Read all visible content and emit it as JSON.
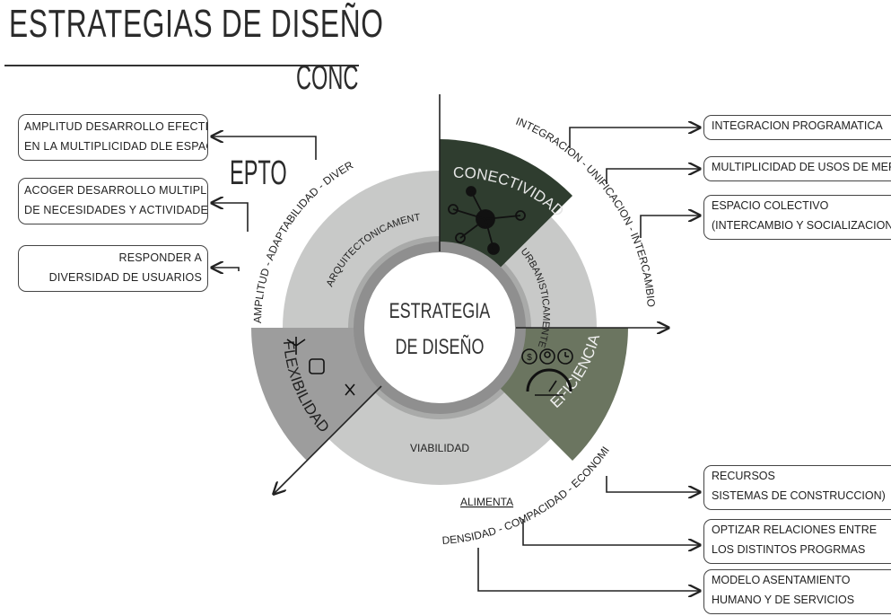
{
  "title": "ESTRATEGIAS DE DISEÑO",
  "concepto": {
    "part1": "CONC",
    "part2": "EPTO"
  },
  "center": {
    "line1": "ESTRATEGIA",
    "line2": "DE DISEÑO"
  },
  "inner_ring": {
    "left": "ARQUITECTONICAMENTE",
    "right": "URBANISTICAMENTE",
    "bottom": "VIABILIDAD"
  },
  "sectors": {
    "conectividad": "CONECTIVIDAD",
    "eficiencia": "EFICIENCIA",
    "flexibilidad": "FLEXIBILIDAD"
  },
  "arc_labels": {
    "left_arc": "AMPLITUD - ADAPTABILIDAD - DIVERSIDAD",
    "right_arc": "INTEGRACION - UNIFICACION - INTERCAMBIO",
    "bottom_arc": "DENSIDAD - COMPACIDAD - ECONOMIA",
    "alimenta": "ALIMENTA"
  },
  "left_boxes": [
    {
      "line1": "AMPLITUD DESARROLLO EFECTIVO",
      "line2": "EN LA MULTIPLICIDAD DLE ESPACIO"
    },
    {
      "line1": "ACOGER DESARROLLO MULTIPLICIDAD",
      "line2": "DE NECESIDADES Y ACTIVIDADES"
    },
    {
      "line1": "RESPONDER  A",
      "line2": "DIVERSIDAD DE USUARIOS"
    }
  ],
  "right_top_boxes": [
    {
      "line1": "INTEGRACION PROGRAMATICA",
      "line2": ""
    },
    {
      "line1": "MULTIPLICIDAD DE USOS DE MERCADO",
      "line2": ""
    },
    {
      "line1": "ESPACIO COLECTIVO",
      "line2": "(INTERCAMBIO Y SOCIALIZACION)"
    }
  ],
  "right_bottom_boxes": [
    {
      "line1": "RECURSOS",
      "line2": "SISTEMAS DE CONSTRUCCION)"
    },
    {
      "line1": "OPTIZAR RELACIONES ENTRE",
      "line2": "LOS DISTINTOS PROGRMAS"
    },
    {
      "line1": "MODELO ASENTAMIENTO",
      "line2": "HUMANO Y DE SERVICIOS"
    }
  ],
  "colors": {
    "conectividad": "#2f3d2f",
    "eficiencia": "#6b7560",
    "flexibilidad": "#9d9d9d",
    "outer_ring": "#c8c9c8",
    "inner_ring": "#a9aaa9",
    "center": "#ffffff"
  },
  "icons": [
    "network-icon",
    "money-icon",
    "gear-person-icon",
    "clock-icon",
    "gauge-icon",
    "split-arrows-icon",
    "refresh-icon",
    "merge-arrows-icon"
  ]
}
